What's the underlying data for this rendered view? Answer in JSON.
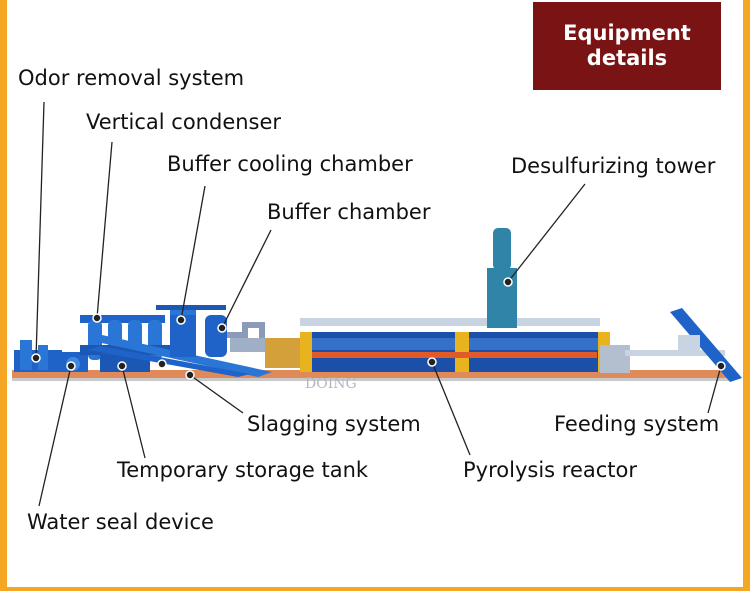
{
  "header": {
    "button_label": "Equipment\ndetails",
    "color": "#7a1414"
  },
  "frame_color": "#f5a623",
  "components": {
    "odor_removal": "Odor removal system",
    "vertical_condenser": "Vertical condenser",
    "buffer_cooling": "Buffer cooling chamber",
    "buffer_chamber": "Buffer chamber",
    "desulfurizing": "Desulfurizing tower",
    "slagging": "Slagging system",
    "feeding": "Feeding system",
    "temporary_storage": "Temporary storage tank",
    "pyrolysis_reactor": "Pyrolysis reactor",
    "water_seal": "Water seal device"
  },
  "watermark": "DOING",
  "colors": {
    "equipment_blue": "#1f63c8",
    "reactor_body": "#1c4fa8",
    "reactor_band": "#e9b320",
    "pointer": "#222222"
  }
}
